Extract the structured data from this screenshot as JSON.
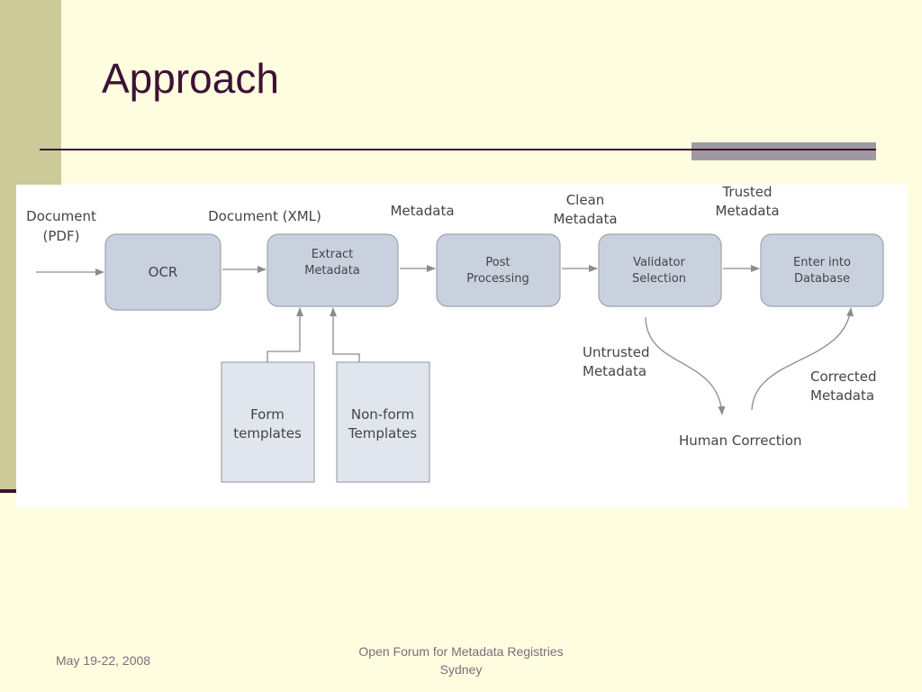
{
  "slide": {
    "title": "Approach"
  },
  "diagram": {
    "labels": {
      "doc_pdf_line1": "Document",
      "doc_pdf_line2": "(PDF)",
      "doc_xml": "Document (XML)",
      "metadata": "Metadata",
      "clean_line1": "Clean",
      "clean_line2": "Metadata",
      "trusted_line1": "Trusted",
      "trusted_line2": "Metadata",
      "untrusted_line1": "Untrusted",
      "untrusted_line2": "Metadata",
      "corrected_line1": "Corrected",
      "corrected_line2": "Metadata",
      "human_correction": "Human Correction"
    },
    "boxes": {
      "ocr": "OCR",
      "extract_line1": "Extract",
      "extract_line2": "Metadata",
      "post_line1": "Post",
      "post_line2": "Processing",
      "validator_line1": "Validator",
      "validator_line2": "Selection",
      "enter_line1": "Enter into",
      "enter_line2": "Database",
      "form_line1": "Form",
      "form_line2": "templates",
      "nonform_line1": "Non-form",
      "nonform_line2": "Templates"
    },
    "colors": {
      "process_fill": "#C9D1DF",
      "process_stroke": "#9FA3AB",
      "template_fill": "#E1E6EE",
      "arrow": "#8C8C8C",
      "text": "#444444"
    }
  },
  "footer": {
    "date": "May 19-22, 2008",
    "event_line1": "Open Forum for Metadata Registries",
    "event_line2": "Sydney"
  }
}
